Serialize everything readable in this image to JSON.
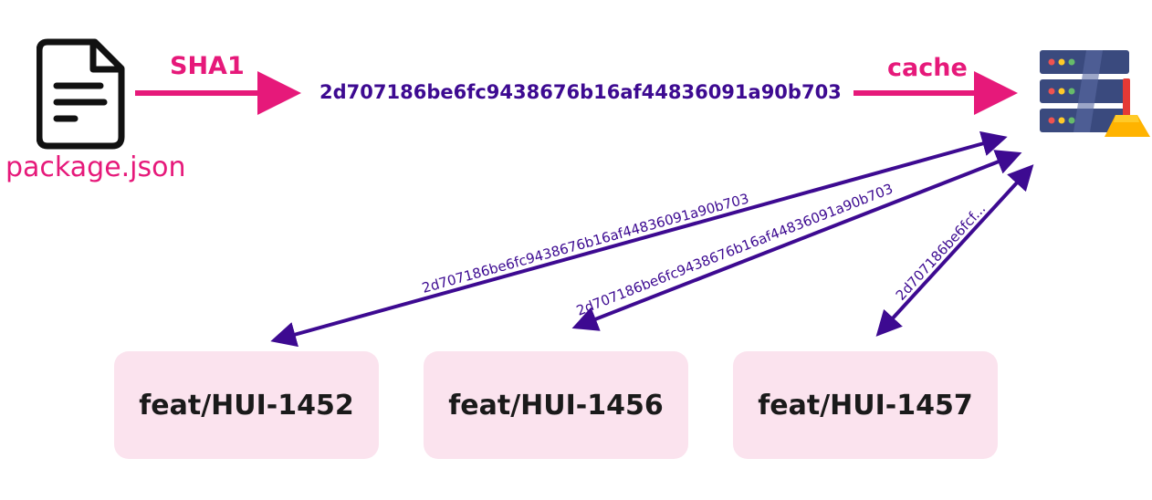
{
  "source_file": {
    "label": "package.json",
    "icon": "document-icon"
  },
  "hash_step": {
    "label": "SHA1",
    "hash": "2d707186be6fc9438676b16af44836091a90b703"
  },
  "cache_step": {
    "label": "cache",
    "icon": "server-cache-icon"
  },
  "links": [
    {
      "text": "2d707186be6fc9438676b16af44836091a90b703"
    },
    {
      "text": "2d707186be6fc9438676b16af44836091a90b703"
    },
    {
      "text": "2d707186be6fcf..."
    }
  ],
  "branches": [
    {
      "label": "feat/HUI-1452"
    },
    {
      "label": "feat/HUI-1456"
    },
    {
      "label": "feat/HUI-1457"
    }
  ],
  "colors": {
    "accent_pink": "#e6197a",
    "hash_purple": "#3d0a91",
    "branch_bg": "#fbe3ee"
  }
}
